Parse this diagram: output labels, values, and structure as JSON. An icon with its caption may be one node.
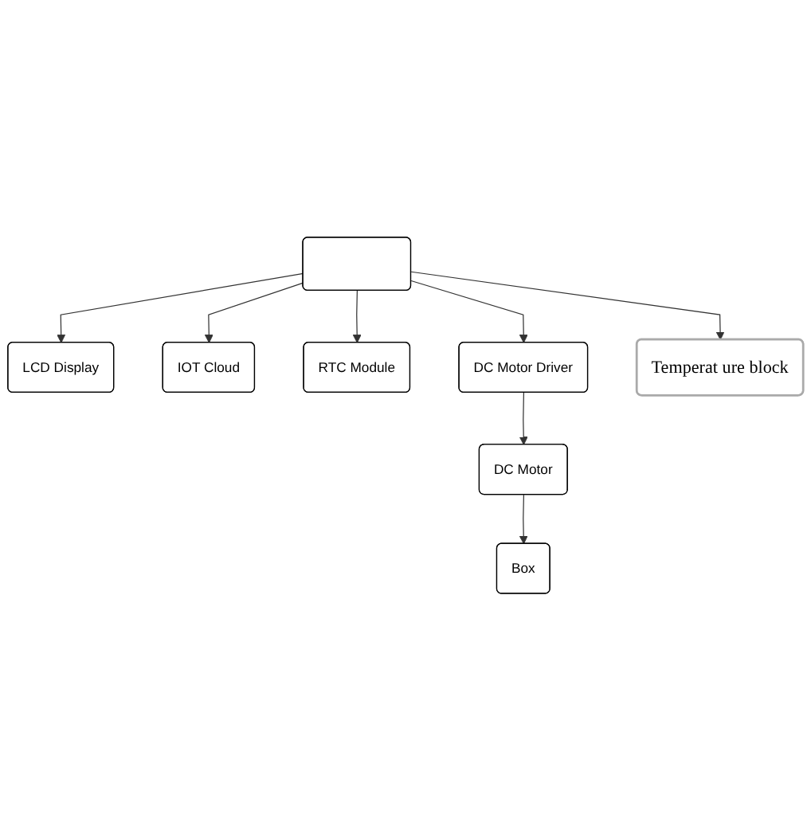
{
  "diagram": {
    "nodes": [
      {
        "text": [
          "LCD Display"
        ]
      },
      {
        "text": [
          "IOT Cloud"
        ]
      },
      {
        "text": [],
        "shape": "box"
      },
      {
        "text": [
          "RTC Module"
        ]
      },
      {
        "text": [
          "DC Motor Driver"
        ]
      },
      {
        "text": [
          "Temperat ure block"
        ]
      },
      {
        "text": [
          "Box"
        ]
      },
      {
        "text": [
          "DC Motor"
        ]
      }
    ],
    "edges": [
      {
        "from": 2,
        "to": 0,
        "arrow": "to"
      },
      {
        "from": 2,
        "to": 1,
        "arrow": "to"
      },
      {
        "from": 2,
        "to": 3,
        "arrow": "to"
      },
      {
        "from": 2,
        "to": 4,
        "arrow": "to"
      },
      {
        "from": 2,
        "to": 5,
        "arrow": "to"
      },
      {
        "from": 4,
        "to": 7,
        "arrow": "to"
      },
      {
        "from": 7,
        "to": 6,
        "arrow": "to"
      }
    ]
  }
}
